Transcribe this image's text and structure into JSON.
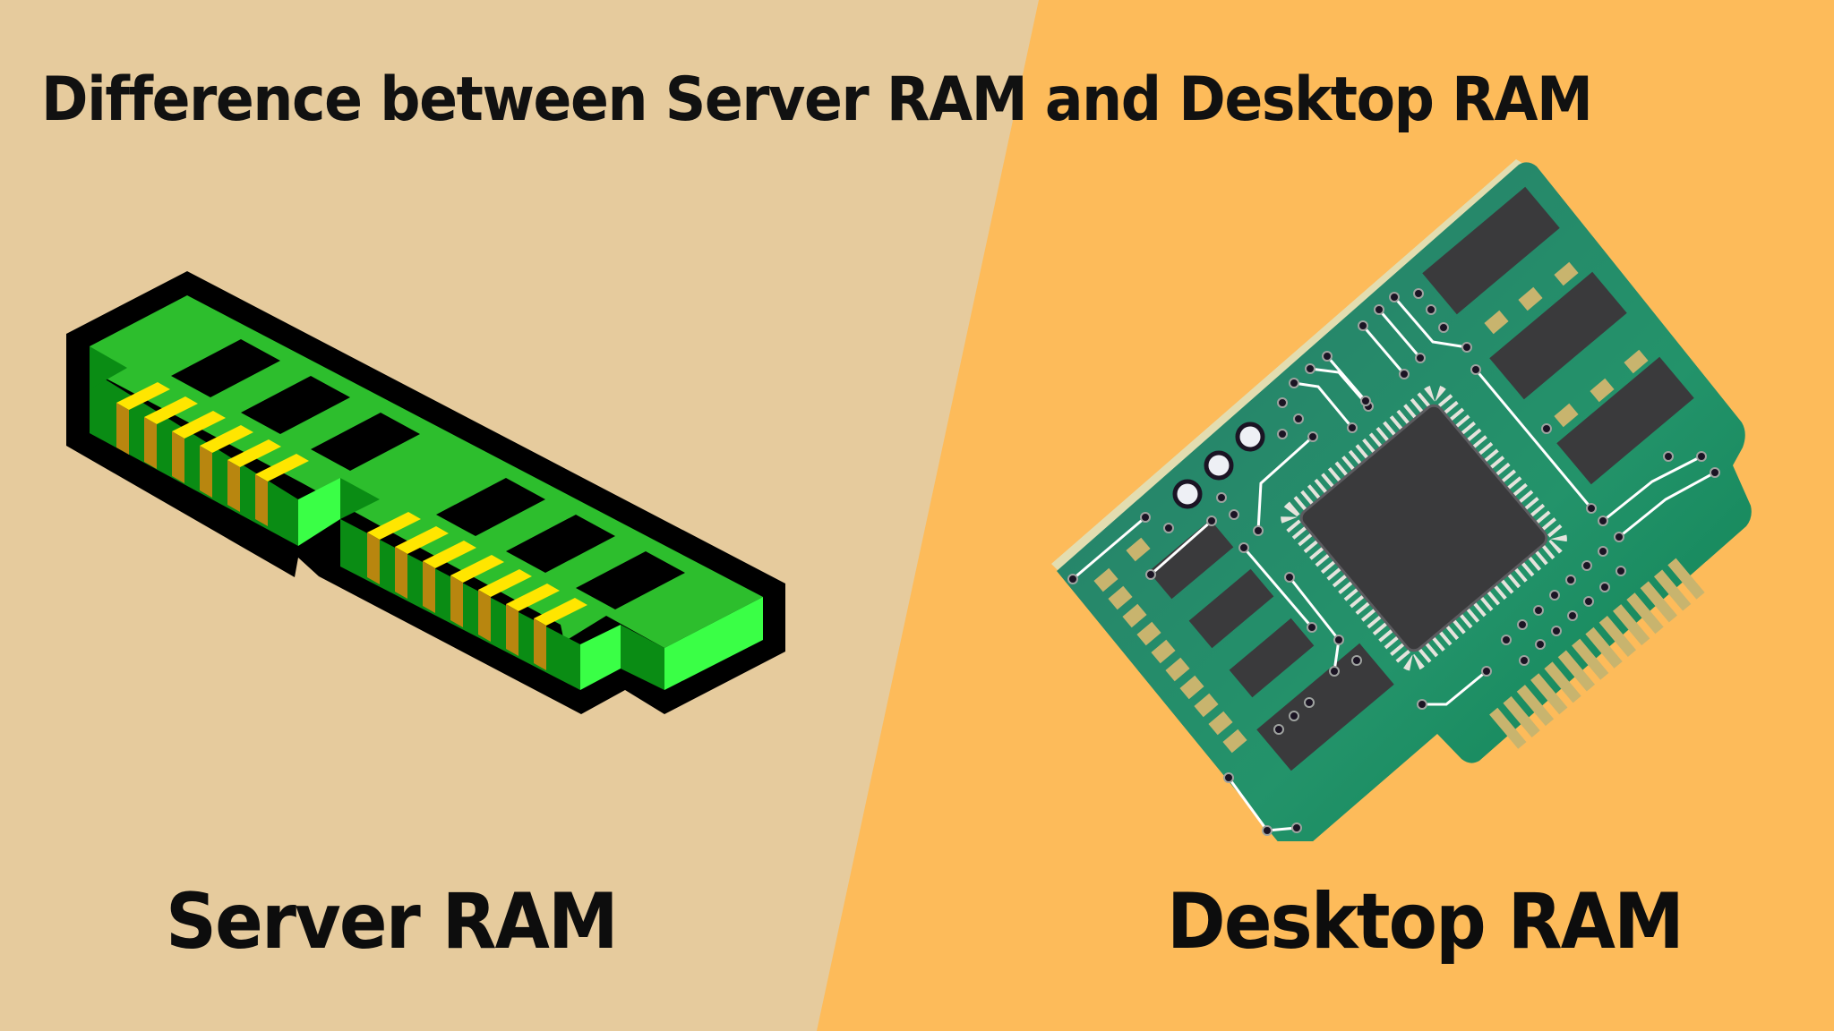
{
  "title": "Difference between Server RAM and Desktop RAM",
  "panels": [
    {
      "label": "Server RAM",
      "background": "#E6CB9D",
      "illustration": "server-ram-module-icon"
    },
    {
      "label": "Desktop RAM",
      "background": "#FDBB5A",
      "illustration": "desktop-ram-circuit-board-icon"
    }
  ],
  "colors": {
    "left_bg": "#E6CB9D",
    "right_bg": "#FDBB5A",
    "text": "#111111",
    "server_green": "#2DBE2D",
    "server_green_dark": "#0A8C14",
    "server_green_light": "#3AFF46",
    "server_gold": "#FFE600",
    "server_gold_dark": "#B8860F",
    "pcb_green": "#238A68",
    "chip": "#3A3A3C",
    "gold_pad": "#C8B46E"
  }
}
